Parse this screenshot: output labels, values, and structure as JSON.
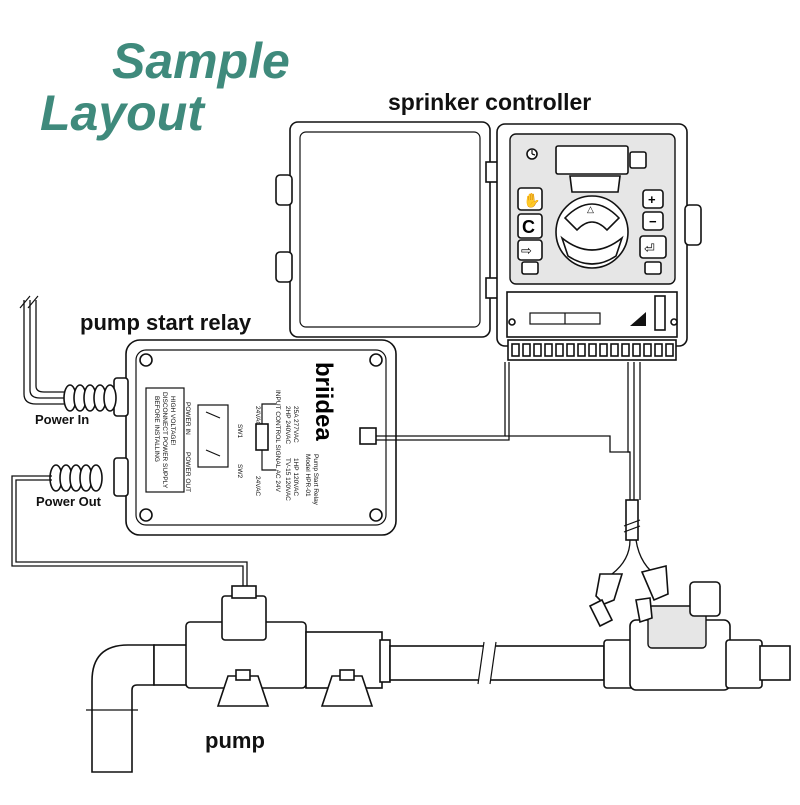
{
  "heading": {
    "line1": "Sample",
    "line2": "Layout"
  },
  "labels": {
    "controller": "sprinker controller",
    "relay": "pump start relay",
    "pump": "pump",
    "power_in": "Power In",
    "power_out": "Power Out"
  },
  "relay_face": {
    "brand": "briidea",
    "model_line1": "Pump Start Relay",
    "model_line2": "Model HPR-01",
    "rating1": "25A 277VAC",
    "rating2": "2HP 240VAC",
    "rating3": "1HP 120VAC",
    "rating4": "TV-15 120VAC",
    "input_line": "INPUT CONTROL SIGNAL AC 24V",
    "sw1": "SW1",
    "sw2": "SW2",
    "vac1": "24VAC",
    "vac2": "24VAC",
    "power_in": "POWER IN",
    "power_out": "POWER OUT",
    "warning1": "HIGH VOLTAGE!",
    "warning2": "DISCONNECT POWER SUPPLY",
    "warning3": "BEFORE INSTALLING"
  },
  "colors": {
    "heading": "#3f8a7c",
    "line": "#111111",
    "panel": "#e6e6e6"
  }
}
